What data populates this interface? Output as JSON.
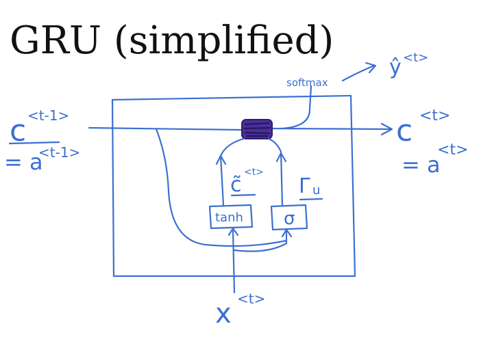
{
  "title": "GRU (simplified)",
  "colors": {
    "ink": "#3b6fd1",
    "gate_fill": "#4b2f9a",
    "title": "#111111",
    "background": "#ffffff"
  },
  "labels": {
    "c_prev": "c",
    "c_prev_sup": "<t-1>",
    "a_prev": "= a",
    "a_prev_sup": "<t-1>",
    "c_next": "c",
    "c_next_sup": "<t>",
    "a_next": "= a",
    "a_next_sup": "<t>",
    "softmax": "softmax",
    "y_hat": "ŷ",
    "y_hat_sup": "<t>",
    "c_tilde": "c̃",
    "c_tilde_sup": "<t>",
    "gamma_u": "Γ",
    "gamma_u_sub": "u",
    "tanh": "tanh",
    "sigma": "σ",
    "x": "x",
    "x_sup": "<t>"
  }
}
